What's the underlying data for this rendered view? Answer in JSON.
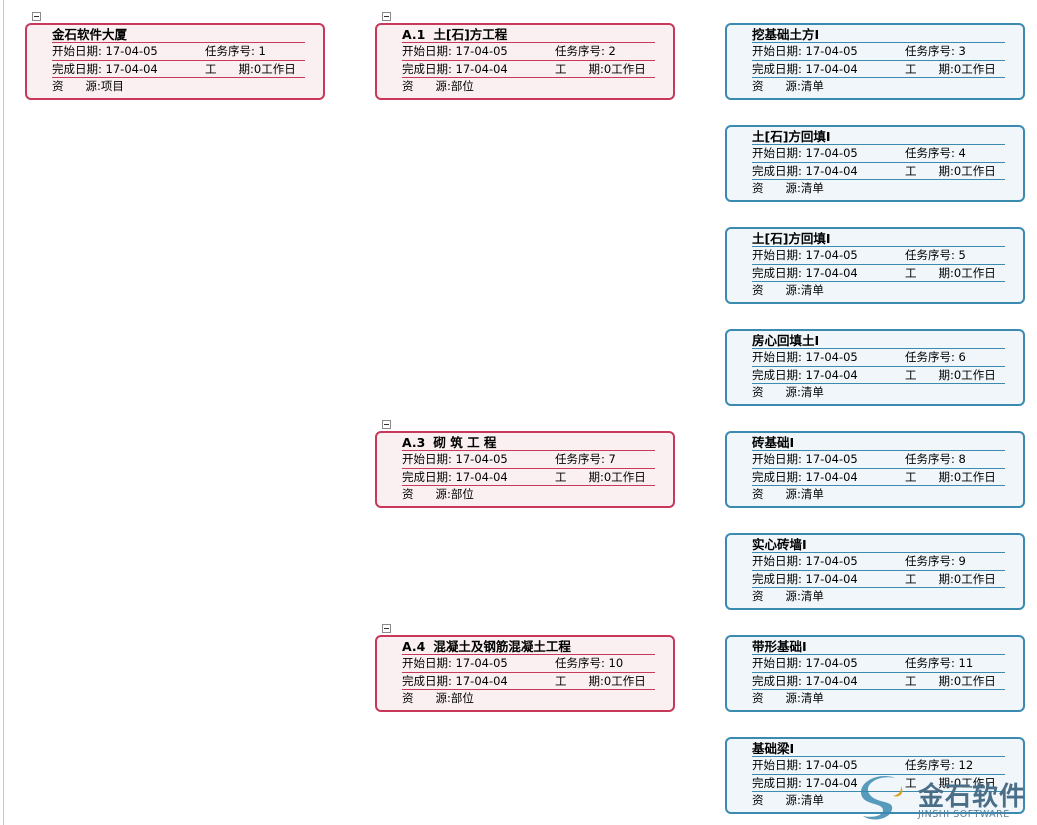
{
  "labels": {
    "start": "开始日期",
    "finish": "完成日期",
    "task_no": "任务序号",
    "duration_a": "工",
    "duration_b": "期",
    "resource_a": "资",
    "resource_b": "源"
  },
  "nodes": [
    {
      "prefix": "",
      "title": "金石软件大厦",
      "start": "17-04-05",
      "finish": "17-04-04",
      "task_no": "1",
      "duration": "0工作日",
      "resource": "项目"
    },
    {
      "prefix": "A.1",
      "title": "土[石]方工程",
      "start": "17-04-05",
      "finish": "17-04-04",
      "task_no": "2",
      "duration": "0工作日",
      "resource": "部位"
    },
    {
      "prefix": "A.3",
      "title": "砌 筑 工 程",
      "start": "17-04-05",
      "finish": "17-04-04",
      "task_no": "7",
      "duration": "0工作日",
      "resource": "部位"
    },
    {
      "prefix": "A.4",
      "title": "混凝土及钢筋混凝土工程",
      "start": "17-04-05",
      "finish": "17-04-04",
      "task_no": "10",
      "duration": "0工作日",
      "resource": "部位"
    },
    {
      "prefix": "",
      "title": "挖基础土方I",
      "start": "17-04-05",
      "finish": "17-04-04",
      "task_no": "3",
      "duration": "0工作日",
      "resource": "清单"
    },
    {
      "prefix": "",
      "title": "土[石]方回填I",
      "start": "17-04-05",
      "finish": "17-04-04",
      "task_no": "4",
      "duration": "0工作日",
      "resource": "清单"
    },
    {
      "prefix": "",
      "title": "土[石]方回填I",
      "start": "17-04-05",
      "finish": "17-04-04",
      "task_no": "5",
      "duration": "0工作日",
      "resource": "清单"
    },
    {
      "prefix": "",
      "title": "房心回填土I",
      "start": "17-04-05",
      "finish": "17-04-04",
      "task_no": "6",
      "duration": "0工作日",
      "resource": "清单"
    },
    {
      "prefix": "",
      "title": "砖基础I",
      "start": "17-04-05",
      "finish": "17-04-04",
      "task_no": "8",
      "duration": "0工作日",
      "resource": "清单"
    },
    {
      "prefix": "",
      "title": "实心砖墙I",
      "start": "17-04-05",
      "finish": "17-04-04",
      "task_no": "9",
      "duration": "0工作日",
      "resource": "清单"
    },
    {
      "prefix": "",
      "title": "带形基础I",
      "start": "17-04-05",
      "finish": "17-04-04",
      "task_no": "11",
      "duration": "0工作日",
      "resource": "清单"
    },
    {
      "prefix": "",
      "title": "基础梁I",
      "start": "17-04-05",
      "finish": "17-04-04",
      "task_no": "12",
      "duration": "0工作日",
      "resource": "清单"
    }
  ],
  "logo": {
    "cn": "金石软件",
    "en": "JINSHI SOFTWARE"
  },
  "colors": {
    "summary_border": "#c8385a",
    "leaf_border": "#3b8ab0"
  }
}
